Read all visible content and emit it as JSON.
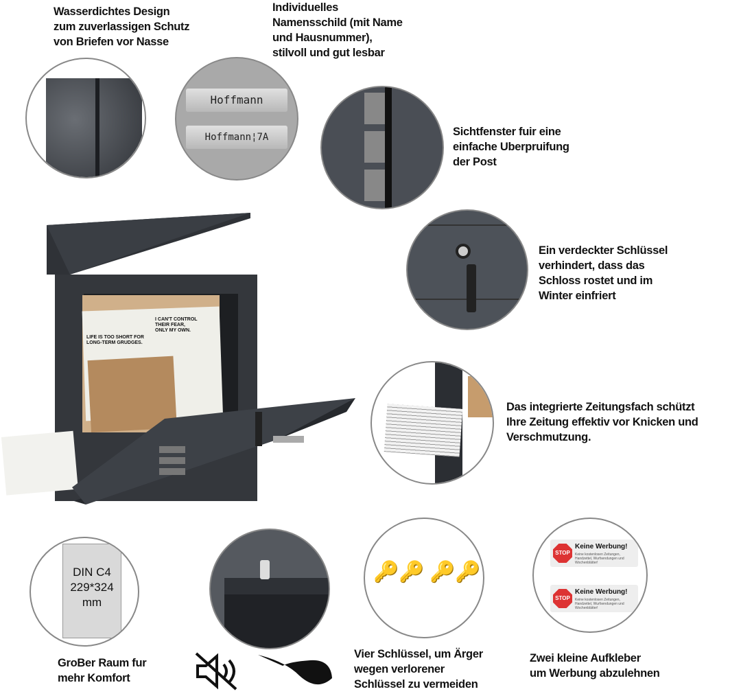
{
  "features": {
    "waterproof": "Wasserdichtes Design\nzum zuverlassigen Schutz\nvon Briefen vor Nasse",
    "nameplate": "Individuelles\nNamensschild (mit Name\nund Hausnummer),\nstilvoll und gut lesbar",
    "window": "Sichtfenster fuir eine\neinfache Uberpruifung\nder Post",
    "lock": "Ein verdeckter Schlüssel\nverhindert, dass das\nSchloss rostet und im\nWinter einfriert",
    "newspaper": "Das integrierte Zeitungsfach schützt\nIhre Zeitung effektiv vor Knicken und\nVerschmutzung.",
    "space": "GroBer Raum fur\nmehr Komfort",
    "keys": "Vier Schlüssel, um Ärger\nwegen verlorener\nSchlüssel zu vermeiden",
    "stickers": "Zwei kleine Aufkleber\num Werbung abzulehnen"
  },
  "nameplates": [
    "Hoffmann",
    "Hoffmann¦7A"
  ],
  "din": {
    "line1": "DIN C4",
    "line2": "229*324",
    "line3": "mm"
  },
  "sticker": {
    "stop": "STOP",
    "heading": "Keine Werbung!",
    "sub": "Keine kostenlosen Zeitungen, Handzettel, Wurfsendungen und Wochenblätter!"
  },
  "newspaper_text": {
    "a": "LIFE IS TOO SHORT FOR LONG-TERM GRUDGES.",
    "b": "I CAN'T CONTROL THEIR FEAR, ONLY MY OWN."
  }
}
